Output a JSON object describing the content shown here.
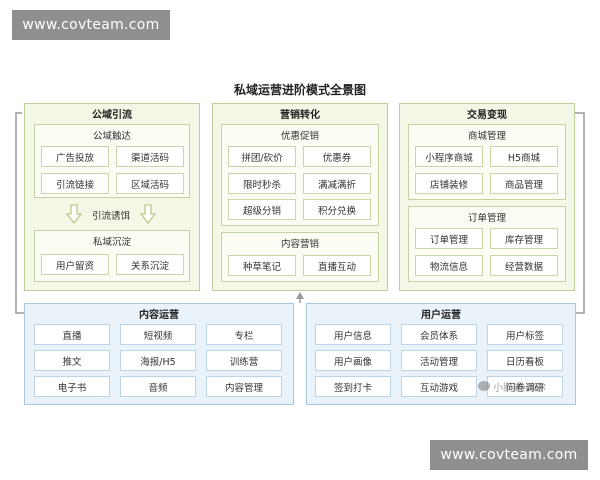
{
  "watermark_top": "www.covteam.com",
  "watermark_bottom": "www.covteam.com",
  "title": "私域运营进阶模式全景图",
  "gongyu": {
    "header": "公域引流",
    "touch": {
      "header": "公域触达",
      "items": [
        "广告投放",
        "渠道活码",
        "引流链接",
        "区域活码"
      ]
    },
    "lure_label": "引流诱饵",
    "settle": {
      "header": "私域沉淀",
      "items": [
        "用户留资",
        "关系沉淀"
      ]
    }
  },
  "marketing": {
    "header": "营销转化",
    "promo": {
      "header": "优惠促销",
      "items": [
        "拼团/砍价",
        "优惠券",
        "限时秒杀",
        "满减满折",
        "超级分销",
        "积分兑换"
      ]
    },
    "content": {
      "header": "内容营销",
      "items": [
        "种草笔记",
        "直播互动"
      ]
    }
  },
  "trade": {
    "header": "交易变现",
    "mall": {
      "header": "商城管理",
      "items": [
        "小程序商城",
        "H5商城",
        "店铺装修",
        "商品管理"
      ]
    },
    "order": {
      "header": "订单管理",
      "items": [
        "订单管理",
        "库存管理",
        "物流信息",
        "经营数据"
      ]
    }
  },
  "content_ops": {
    "header": "内容运营",
    "items": [
      "直播",
      "短视频",
      "专栏",
      "推文",
      "海报/H5",
      "训练营",
      "电子书",
      "音频",
      "内容管理"
    ]
  },
  "user_ops": {
    "header": "用户运营",
    "items": [
      "用户信息",
      "会员体系",
      "用户标签",
      "用户画像",
      "活动管理",
      "日历看板",
      "签到打卡",
      "互动游戏",
      "问卷调研"
    ]
  },
  "logo_watermark": "小鹅通·涂尔"
}
